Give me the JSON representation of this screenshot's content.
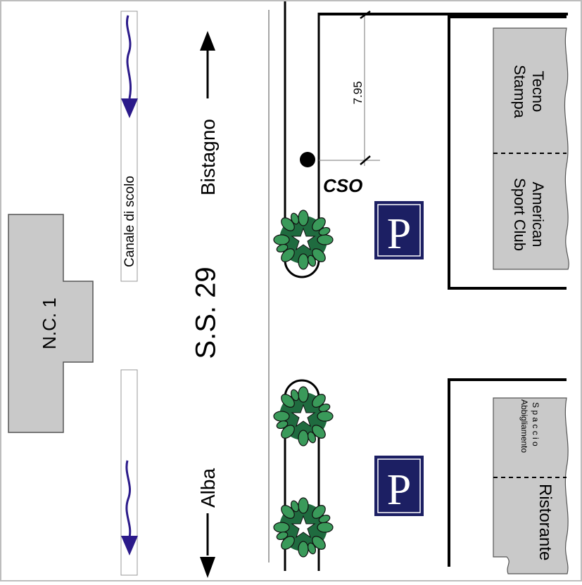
{
  "map": {
    "buildings": {
      "nc1": "N.C. 1",
      "tecno": [
        "Tecno",
        "Stampa"
      ],
      "american": [
        "American",
        "Sport Club"
      ],
      "spaccio": [
        "S p a c c i o",
        "Abbigliamento"
      ],
      "ristorante": "Ristorante"
    },
    "road": {
      "name": "S.S. 29",
      "north_direction": "Bistagno",
      "south_direction": "Alba"
    },
    "channel": {
      "label": "Canale di scolo"
    },
    "cso": {
      "label": "CSO",
      "distance": "7.95"
    },
    "parking": {
      "label": "P",
      "count": 2
    },
    "colors": {
      "building_fill": "#c9c9c9",
      "parking_fill": "#1c1f63",
      "arrow_color": "#2b1a8a",
      "tree_leaf": "#2e8b57"
    }
  }
}
